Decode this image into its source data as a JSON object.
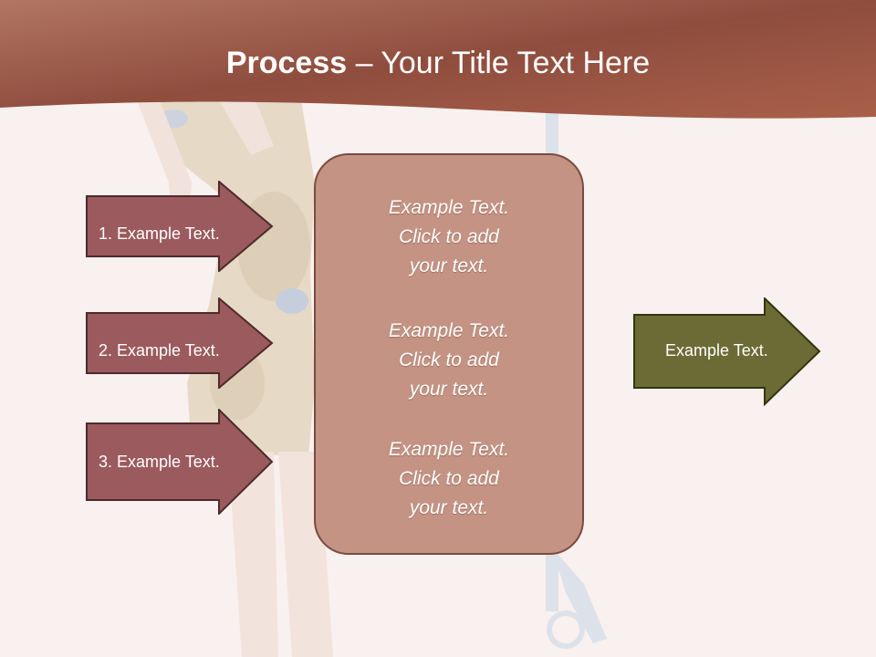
{
  "slide": {
    "title_bold": "Process",
    "title_rest": " – Your Title Text Here",
    "left_arrows": [
      {
        "label": "1. Example Text."
      },
      {
        "label": "2. Example Text."
      },
      {
        "label": "3. Example Text."
      }
    ],
    "center_blocks": [
      {
        "text": "Example Text.\nClick  to add\nyour text."
      },
      {
        "text": "Example Text.\nClick  to add\nyour text."
      },
      {
        "text": "Example Text.\nClick  to add\nyour text."
      }
    ],
    "right_arrow": {
      "label": "Example Text."
    }
  },
  "colors": {
    "banner": "#a2604c",
    "left_arrow_fill": "#9b5a5e",
    "center_box_fill": "#c49383",
    "right_arrow_fill": "#6b6b35"
  }
}
